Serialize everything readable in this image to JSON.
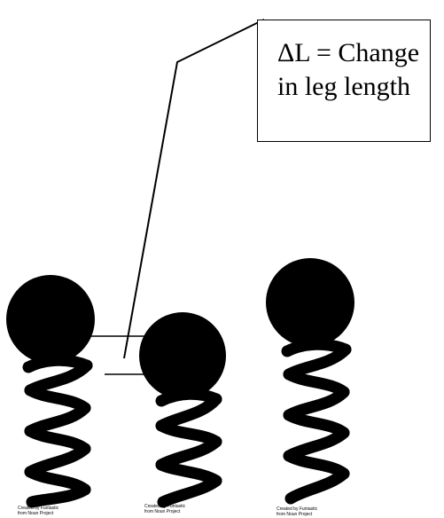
{
  "callout": {
    "line1": "ΔL = Change",
    "line2": "in leg length"
  },
  "springs": [
    {
      "state": "rest",
      "credit_line1": "Created by Funtastic",
      "credit_line2": "from Noun Project"
    },
    {
      "state": "compressed",
      "credit_line1": "Created by Funtastic",
      "credit_line2": "from Noun Project"
    },
    {
      "state": "rest",
      "credit_line1": "Created by Funtastic",
      "credit_line2": "from Noun Project"
    }
  ],
  "colors": {
    "ink": "#000000",
    "background": "#ffffff"
  },
  "icons": {
    "spring": "spring-mass-icon"
  }
}
